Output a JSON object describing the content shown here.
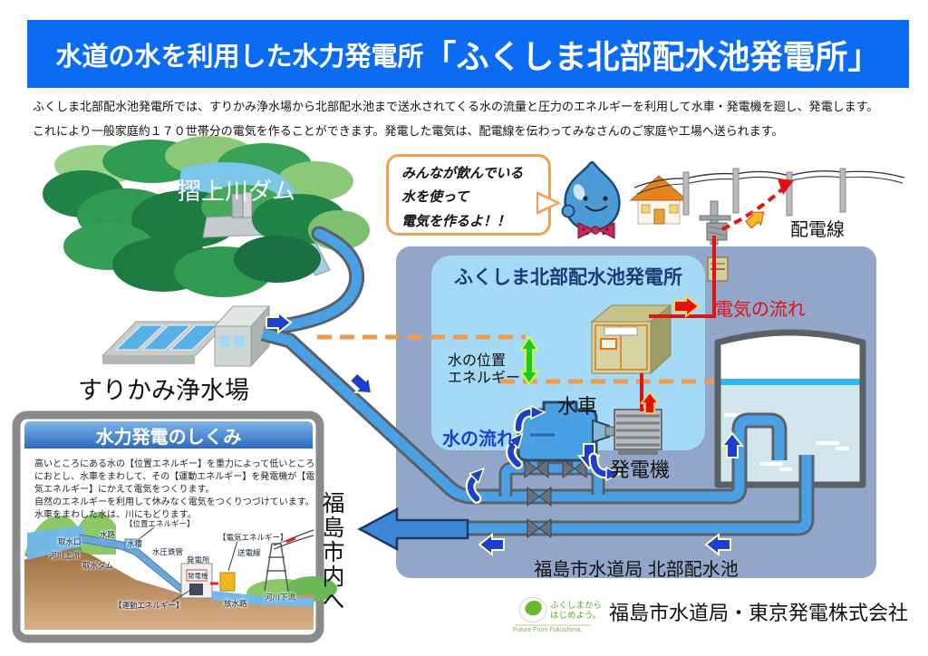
{
  "header": {
    "title_prefix": "水道の水を利用した水力発電所",
    "title_bracket": "「ふくしま北部配水池発電所」"
  },
  "intro": {
    "line1": "ふくしま北部配水池発電所では、すりかみ浄水場から北部配水池まで送水されてくる水の流量と圧力のエネルギーを利用して水車・発電機を廻し、発電します。",
    "line2": "これにより一般家庭約１７０世帯分の電気を作ることができます。発電した電気は、配電線を伝わってみなさんのご家庭や工場へ送られます。"
  },
  "bubble": {
    "line1": "みんなが飲んでいる",
    "line2": "水を使って",
    "line3": "電気を作るよ！！"
  },
  "labels": {
    "dam": "摺上川ダム",
    "purification_plant": "すりかみ浄水場",
    "distribution_line": "配電線",
    "power_station": "ふくしま北部配水池発電所",
    "electricity_flow": "電気の流れ",
    "potential_energy_1": "水の位置",
    "potential_energy_2": "エネルギー",
    "turbine": "水車",
    "generator": "発電機",
    "water_flow": "水の流れ",
    "reservoir": "福島市水道局 北部配水池",
    "to_city": "福島市内へ"
  },
  "inset": {
    "title": "水力発電のしくみ",
    "lines": [
      "高いところにある水の【位置エネルギー】を重力によって低いところ",
      "におとし、水車をまわして、その【運動エネルギー】を発電機が【電",
      "気エネルギー】にかえて電気をつくります。",
      "自然のエネルギーを利用して休みなく電気をつくりつづけています。",
      "水車をまわした水は、川にもどります。"
    ],
    "diagram": {
      "potential_energy": "【位置エネルギー】",
      "waterway": "水路",
      "intake": "取水口",
      "tank": "水槽",
      "penstock": "水圧鉄管",
      "river_up": "河川上流",
      "intake_dam": "取水ダム",
      "power_plant": "発電所",
      "electric_energy": "【電気エネルギー】",
      "transmission_line": "送電線",
      "generator": "発電機",
      "kinetic_energy": "【運動エネルギー】",
      "tailrace": "放水路",
      "river_down": "河川下流"
    }
  },
  "footer": {
    "logo_top": "ふくしまから",
    "logo_bottom": "はじめよう。",
    "logo_en": "Future From Fukushima.",
    "company": "福島市水道局・東京発電株式会社"
  },
  "colors": {
    "banner_blue": "#0b6bf2",
    "outer_box": "#91a6c8",
    "inner_box": "#a5daf6",
    "pipe_blue": "#4aa0e4",
    "pipe_outline": "#59606a",
    "electric_red": "#e01212",
    "dash_orange": "#f09a50",
    "energy_green": "#1ec81e",
    "arrow_blue": "#1c3fd0",
    "arrow_halo": "#ffffb0"
  }
}
